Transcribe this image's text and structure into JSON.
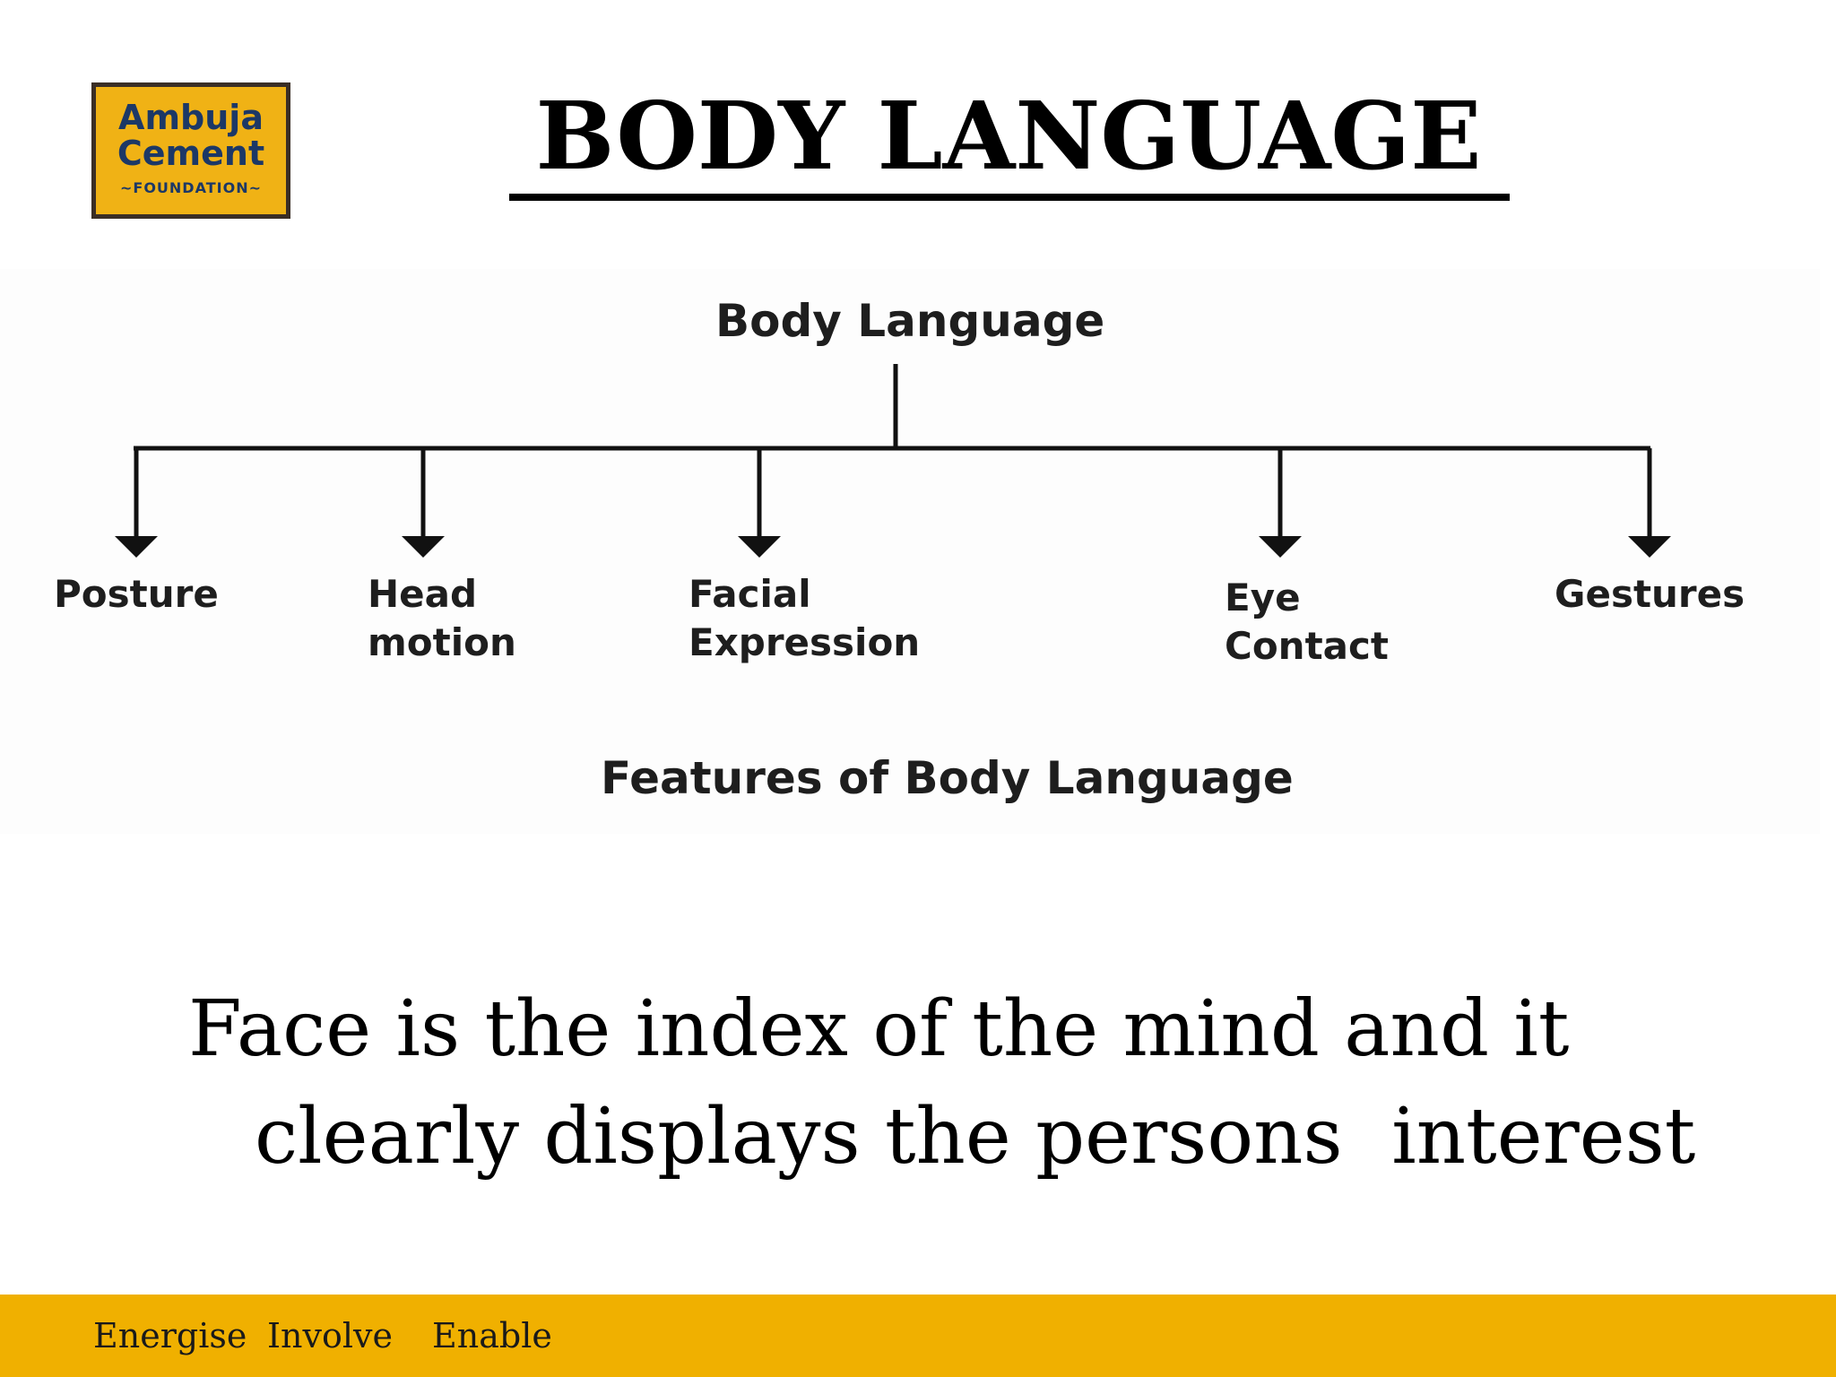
{
  "logo": {
    "line1": "Ambuja",
    "line2": "Cement",
    "line3": "~FOUNDATION~"
  },
  "title": "BODY LANGUAGE",
  "diagram": {
    "root": "Body Language",
    "children": [
      {
        "line1": "Posture",
        "line2": ""
      },
      {
        "line1": "Head",
        "line2": "motion"
      },
      {
        "line1": "Facial",
        "line2": "Expression"
      },
      {
        "line1": "Eye",
        "line2": "Contact"
      },
      {
        "line1": "Gestures",
        "line2": ""
      }
    ],
    "caption": "Features of Body Language"
  },
  "quote": {
    "line1": "Face is the index of the mind and it",
    "line2": "clearly displays the persons  interest"
  },
  "footer": {
    "items": [
      "Energise",
      "Involve",
      "Enable"
    ]
  },
  "colors": {
    "footer_bar": "#f0b000",
    "logo_bg": "#f0b215",
    "logo_text": "#1c3866"
  }
}
